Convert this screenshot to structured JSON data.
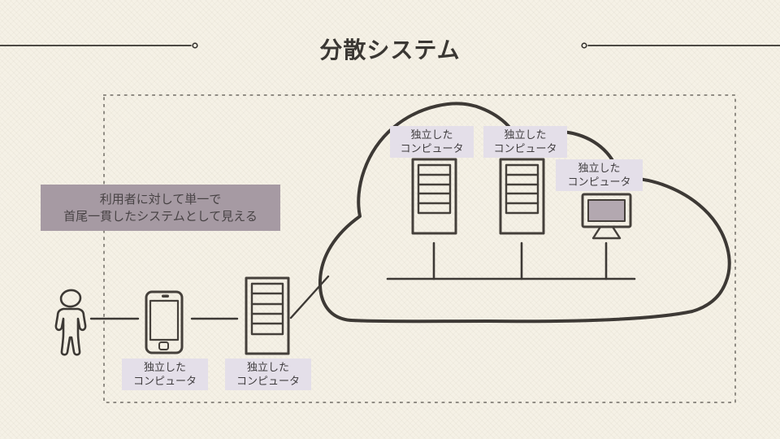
{
  "title": {
    "text": "分散システム"
  },
  "callout": {
    "line1": "利用者に対して単一で",
    "line2": "首尾一貫したシステムとして見える"
  },
  "node_label": {
    "line1": "独立した",
    "line2": "コンピュータ"
  },
  "icons": {
    "cloud": "cloud-outline-icon",
    "server": "server-tower-icon",
    "monitor": "desktop-monitor-icon",
    "smartphone": "smartphone-icon",
    "person": "person-icon"
  },
  "colors": {
    "background": "#f5f1e6",
    "ink": "#3d3935",
    "dotted_border": "#908c84",
    "callout_bg": "#a69aa3",
    "callout_text": "#484345",
    "label_bg": "#e4dfe9",
    "label_text": "#3f3c3e",
    "monitor_screen": "#b3a8b0",
    "title_text": "#3a3733"
  }
}
